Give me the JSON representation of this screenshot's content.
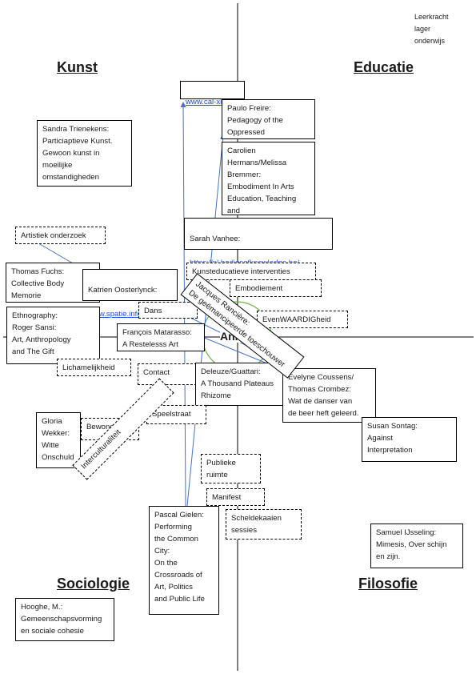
{
  "quadrants": {
    "kunst": "Kunst",
    "educatie": "Educatie",
    "sociologie": "Sociologie",
    "filosofie": "Filosofie"
  },
  "corner_note": "Leerkracht\nlager\nonderwijs",
  "center_label": "Anker",
  "boxes": {
    "calxl": "www.cal-xl.nl",
    "freire": "Paulo Freire:\nPedagogy of the\nOppressed",
    "hermans": "Carolien Hermans/Melissa\nBremmer:\nEmbodiment In Arts\nEducation, Teaching and\nlearning with the body in\nthe arts",
    "vanhee_name": "Sarah Vanhee:",
    "vanhee_link": "https://nl.bodiesofknowledge.be/",
    "trienekens": "Sandra Trienekens:\nParticiaptieve Kunst.\nGewoon kunst in\nmoeilijke\nomstandigheden",
    "artistiek": "Artistiek onderzoek",
    "fuchs": "Thomas Fuchs:\nCollective Body\nMemorie",
    "oosterlynck_name": "Katrien Oosterlynck:",
    "oosterlynck_link": "www.spatie.info",
    "kunsteducatieve": "Kunsteducatieve interventies",
    "embodiement": "Embodiement",
    "dans": "Dans",
    "evenwaardig": "EvenWAARDIGheid",
    "ethnography": "Ethnography:\nRoger Sansi:\nArt, Anthropology\nand The Gift",
    "matarasso": "François Matarasso:\nA Restelesss Art",
    "lichamelijkheid": "Lichamelijkheid",
    "contact": "Contact",
    "deleuze": "Deleuze/Guattari:\nA Thousand Plateaus\nRhizome",
    "coussens": "Evelyne Coussens/\nThomas Crombez:\nWat de danser van\nde beer heft geleerd.",
    "sontag": "Susan Sontag:\nAgainst\nInterpretation",
    "wekker": "Gloria\nWekker:\nWitte\nOnschuld",
    "bewoners": "Bewoners",
    "speelstraat": "Speelstraat",
    "interculturaliteit": "Interculturaliteit",
    "publieke": "Publieke\nruimte",
    "manifest": "Manifest",
    "scheldekaaien": "Scheldekaaien\nsessies",
    "gielen": "Pascal Gielen:\nPerforming\nthe Common\nCity:\nOn the\nCrossroads of\nArt, Politics\nand Public Life",
    "ijsseling": "Samuel IJsseling:\nMimesis, Over schijn\nen zijn.",
    "hooghe": "Hooghe, M.:\nGemeenschapsvorming\nen sociale cohesie",
    "ranciere": "Jacques Rancière:\nDe geëmancipeerde toeschouwer"
  },
  "colors": {
    "arrow": "#4472c4",
    "circle": "#70ad47",
    "link": "#1f4fd1"
  }
}
